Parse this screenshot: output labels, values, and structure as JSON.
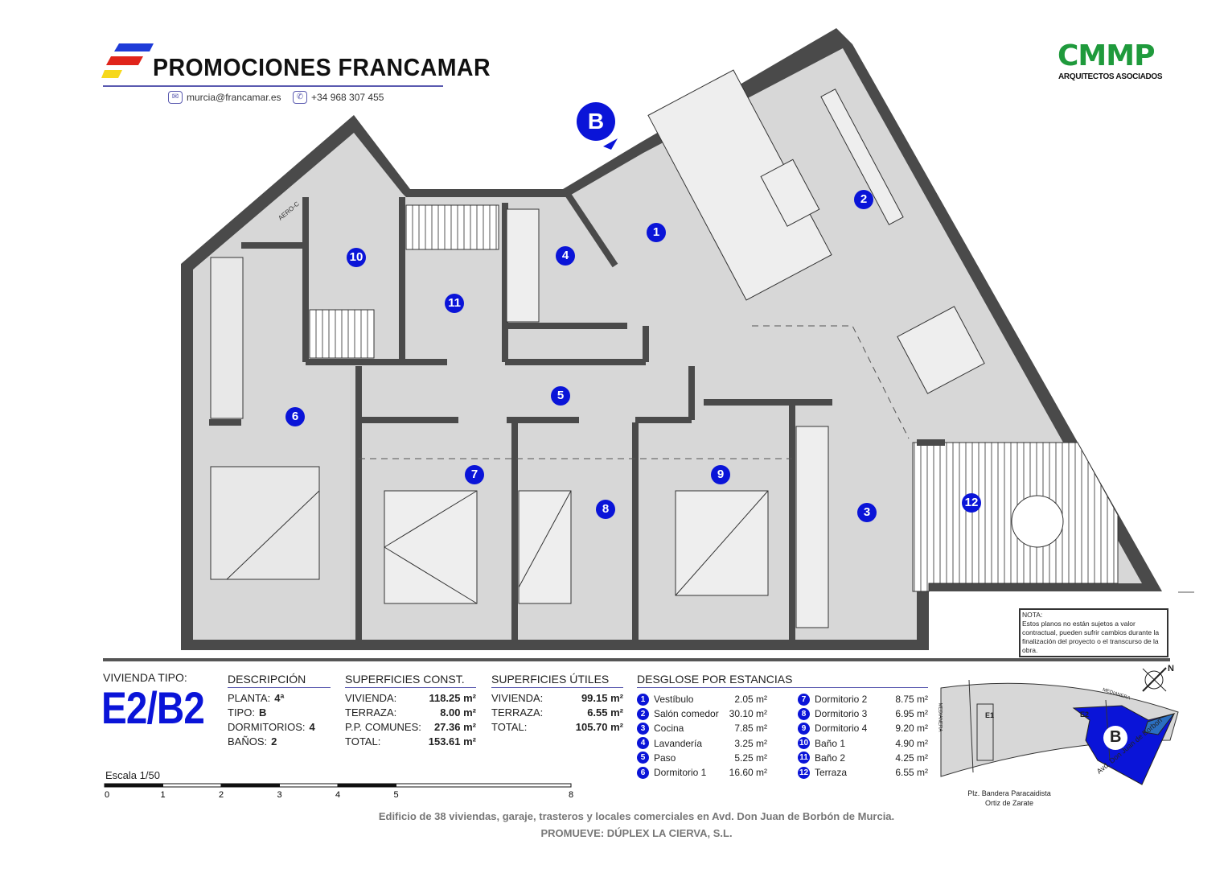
{
  "header": {
    "brand": "PROMOCIONES FRANCAMAR",
    "email": "murcia@francamar.es",
    "phone": "+34 968 307 455",
    "architect_logo": "CMMP",
    "architect_sub": "ARQUITECTOS ASOCIADOS",
    "icons": [
      "envelope-icon",
      "phone-icon"
    ],
    "colors": {
      "brand_blue": "#0a14d8",
      "logo_green": "#1f9a3c"
    }
  },
  "plan": {
    "entrance_marker": "B",
    "aero_label": "AERO-C",
    "room_markers": [
      "1",
      "2",
      "3",
      "4",
      "5",
      "6",
      "7",
      "8",
      "9",
      "10",
      "11",
      "12"
    ]
  },
  "nota": {
    "title": "NOTA:",
    "text": "Estos planos no están sujetos a valor contractual, pueden sufrir cambios durante la finalización del proyecto o el transcurso de la obra."
  },
  "vivienda": {
    "label": "VIVIENDA TIPO:",
    "code": "E2/B2"
  },
  "descripcion": {
    "title": "DESCRIPCIÓN",
    "rows": [
      {
        "label": "PLANTA:",
        "value": "4ª"
      },
      {
        "label": "TIPO:",
        "value": "B"
      },
      {
        "label": "DORMITORIOS:",
        "value": "4"
      },
      {
        "label": "BAÑOS:",
        "value": "2"
      }
    ]
  },
  "const": {
    "title": "SUPERFICIES CONST.",
    "rows": [
      {
        "label": "VIVIENDA:",
        "value": "118.25 m²"
      },
      {
        "label": "TERRAZA:",
        "value": "8.00 m²"
      },
      {
        "label": "P.P. COMUNES:",
        "value": "27.36 m²"
      },
      {
        "label": "TOTAL:",
        "value": "153.61 m²"
      }
    ]
  },
  "utiles": {
    "title": "SUPERFICIES ÚTILES",
    "rows": [
      {
        "label": "VIVIENDA:",
        "value": "99.15 m²"
      },
      {
        "label": "TERRAZA:",
        "value": "6.55 m²"
      },
      {
        "label": "TOTAL:",
        "value": "105.70 m²"
      }
    ]
  },
  "desglose": {
    "title": "DESGLOSE POR ESTANCIAS",
    "rooms": [
      {
        "n": "1",
        "name": "Vestíbulo",
        "area": "2.05 m²"
      },
      {
        "n": "2",
        "name": "Salón comedor",
        "area": "30.10 m²"
      },
      {
        "n": "3",
        "name": "Cocina",
        "area": "7.85 m²"
      },
      {
        "n": "4",
        "name": "Lavandería",
        "area": "3.25 m²"
      },
      {
        "n": "5",
        "name": "Paso",
        "area": "5.25 m²"
      },
      {
        "n": "6",
        "name": "Dormitorio 1",
        "area": "16.60 m²"
      },
      {
        "n": "7",
        "name": "Dormitorio 2",
        "area": "8.75 m²"
      },
      {
        "n": "8",
        "name": "Dormitorio 3",
        "area": "6.95 m²"
      },
      {
        "n": "9",
        "name": "Dormitorio 4",
        "area": "9.20 m²"
      },
      {
        "n": "10",
        "name": "Baño 1",
        "area": "4.90 m²"
      },
      {
        "n": "11",
        "name": "Baño 2",
        "area": "4.25 m²"
      },
      {
        "n": "12",
        "name": "Terraza",
        "area": "6.55 m²"
      }
    ]
  },
  "scale": {
    "label": "Escala 1/50",
    "ticks": [
      "0",
      "1",
      "2",
      "3",
      "4",
      "5",
      "8"
    ]
  },
  "keyplan": {
    "e1": "E1",
    "e2": "E2",
    "b": "B",
    "medianera": "MEDIANERA",
    "street1": "Plz. Bandera Paracaidista",
    "street1b": "Ortiz de Zarate",
    "street2": "Avd. Don Juan de Borbon",
    "north": "N"
  },
  "footer": {
    "line1": "Edificio de 38 viviendas, garaje, trasteros y locales comerciales en Avd. Don Juan de Borbón de Murcia.",
    "line2": "PROMUEVE: DÚPLEX LA CIERVA, S.L."
  }
}
